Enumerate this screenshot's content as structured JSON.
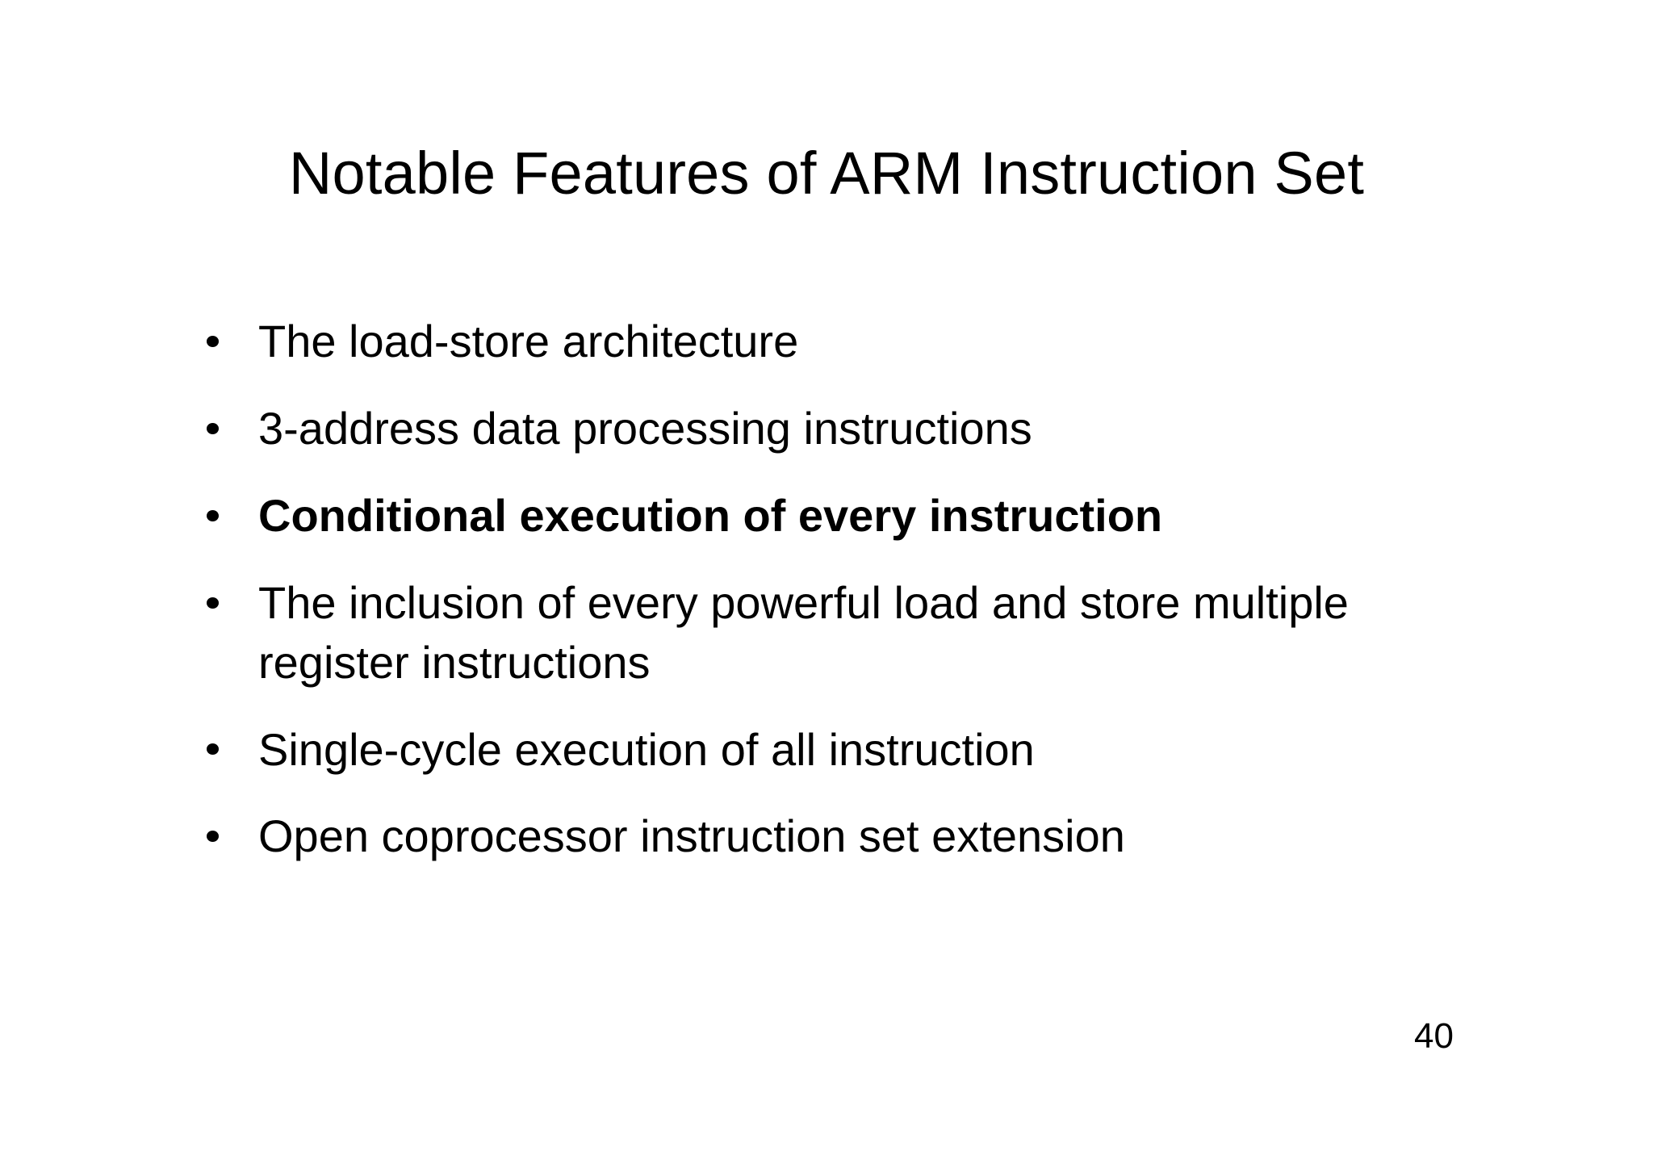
{
  "slide": {
    "title": "Notable Features of ARM Instruction Set",
    "page_number": "40",
    "background_color": "#ffffff",
    "text_color": "#000000",
    "bullet_marker_glyph": "•",
    "bullets": [
      {
        "text": "The load-store architecture",
        "bold": false
      },
      {
        "text": "3-address data processing instructions",
        "bold": false
      },
      {
        "text": "Conditional execution of every instruction",
        "bold": true
      },
      {
        "text": "The inclusion of every powerful load and store multiple register instructions",
        "bold": false
      },
      {
        "text": "Single-cycle execution of all instruction",
        "bold": false
      },
      {
        "text": "Open coprocessor instruction set extension",
        "bold": false
      }
    ]
  }
}
